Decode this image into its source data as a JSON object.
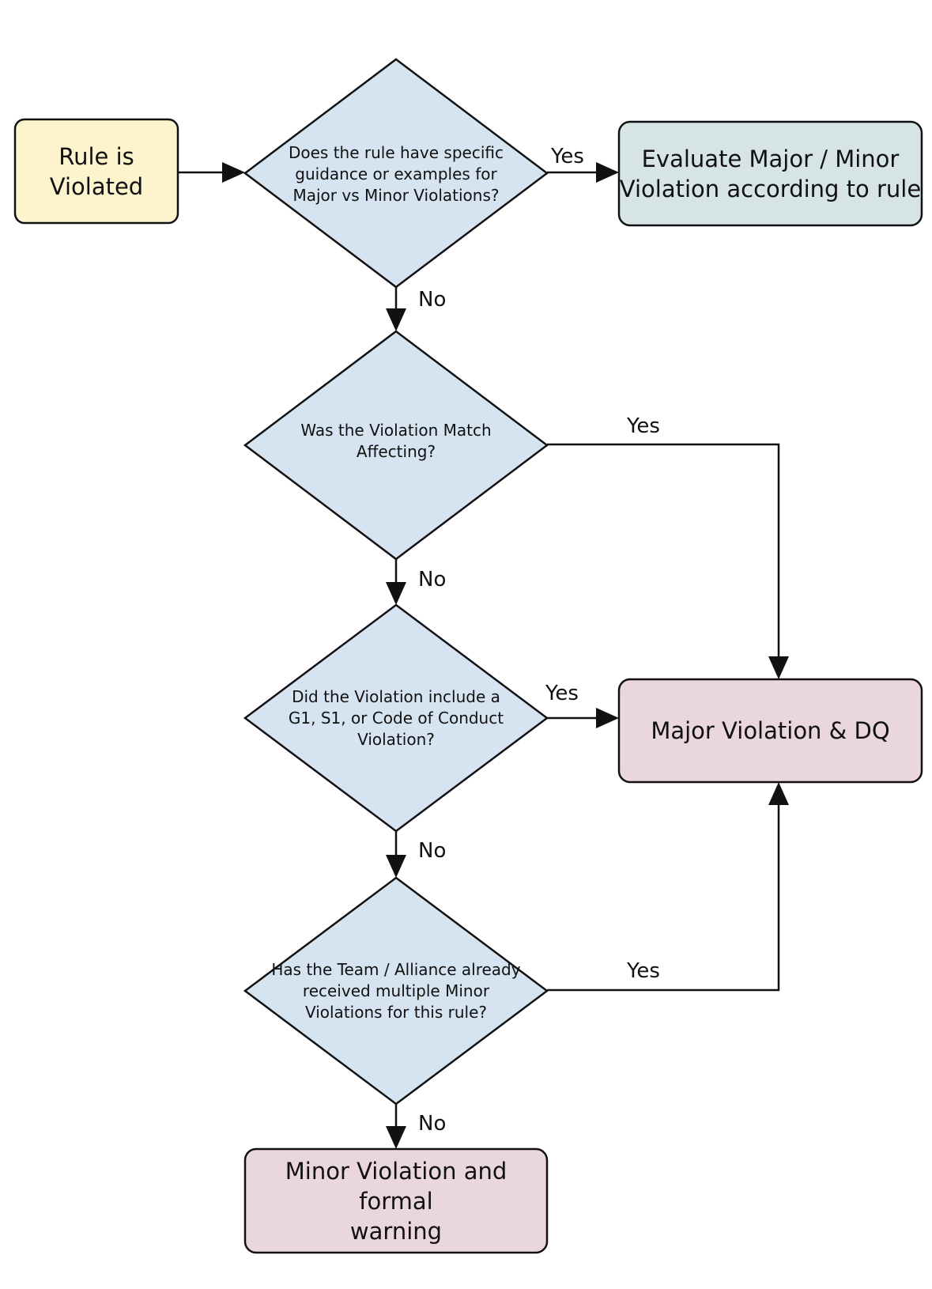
{
  "diagram": {
    "nodes": {
      "start": {
        "text": "Rule is\nViolated",
        "fill": "#fdf3cd"
      },
      "q1": {
        "text": "Does the rule have specific\nguidance or examples for\nMajor vs Minor Violations?",
        "fill": "#d6e4f2"
      },
      "evaluate": {
        "text": "Evaluate Major / Minor\nViolation according to rule",
        "fill": "#d7e4e6"
      },
      "q2": {
        "text": "Was the Violation Match\nAffecting?",
        "fill": "#d6e4f2"
      },
      "q3": {
        "text": "Did the Violation include a\nG1, S1, or Code of Conduct\nViolation?",
        "fill": "#d6e4f2"
      },
      "major": {
        "text": "Major Violation & DQ",
        "fill": "#ead6df"
      },
      "q4": {
        "text": "Has the Team / Alliance already\nreceived multiple Minor\nViolations for this rule?",
        "fill": "#d6e4f2"
      },
      "minor": {
        "text": "Minor Violation and formal\nwarning",
        "fill": "#ead6df"
      }
    },
    "edges": {
      "q1_yes": "Yes",
      "q1_no": "No",
      "q2_yes": "Yes",
      "q2_no": "No",
      "q3_yes": "Yes",
      "q3_no": "No",
      "q4_yes": "Yes",
      "q4_no": "No"
    },
    "stroke": "#111111"
  }
}
